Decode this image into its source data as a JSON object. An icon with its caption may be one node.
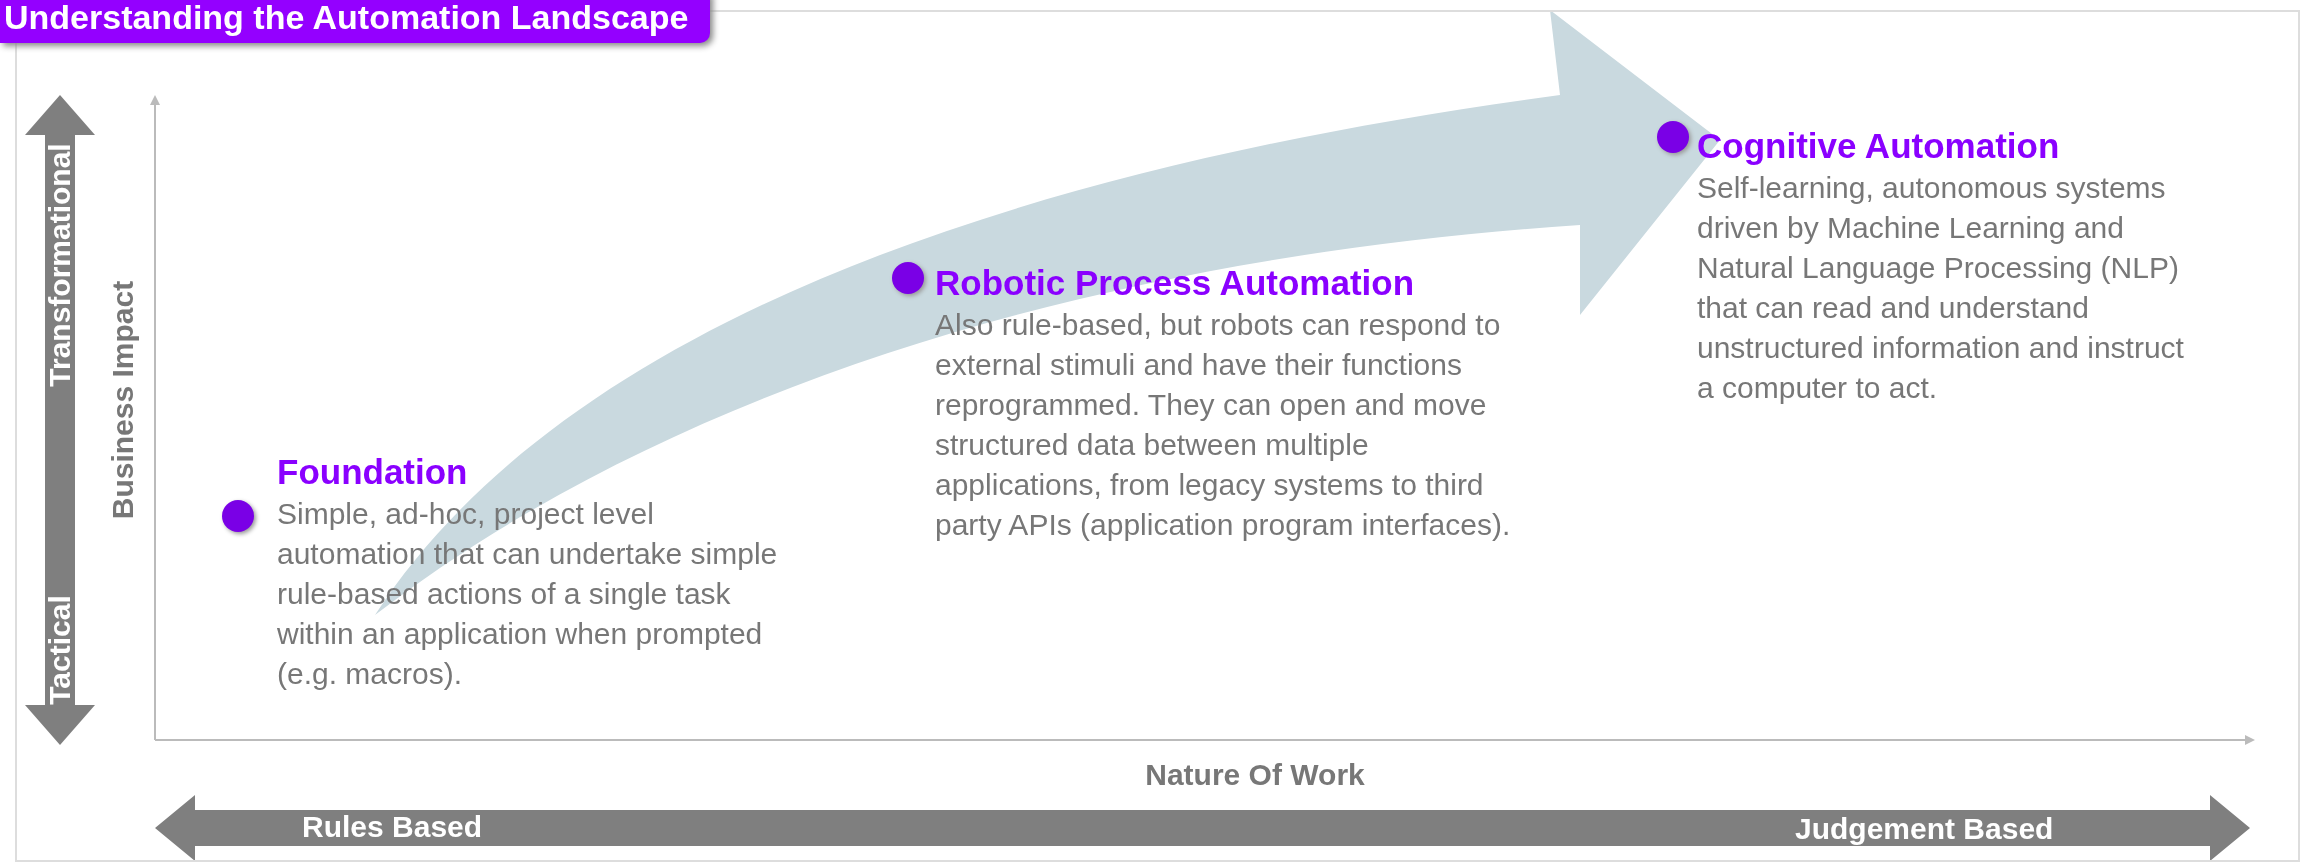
{
  "diagram": {
    "title": "Understanding the Automation Landscape",
    "nodes": [
      {
        "text": [
          "Foundation",
          "Simple, ad-hoc, project level automation that can undertake simple rule-based actions of a single task within an application when prompted (e.g. macros)."
        ]
      },
      {
        "text": [
          "Robotic Process Automation",
          "Also rule-based, but robots can respond to external stimuli and have their functions reprogrammed. They can open and move structured data between multiple applications, from legacy systems to third party APIs (application program interfaces)."
        ]
      },
      {
        "text": [
          "Cognitive Automation",
          "Self-learning, autonomous systems driven by Machine Learning and Natural Language Processing (NLP) that can read and understand unstructured information and instruct a computer to act."
        ]
      }
    ],
    "labels": [
      "Transformational",
      "Tactical",
      "Business Impact",
      "Nature Of Work",
      "Rules Based",
      "Judgement Based"
    ]
  }
}
